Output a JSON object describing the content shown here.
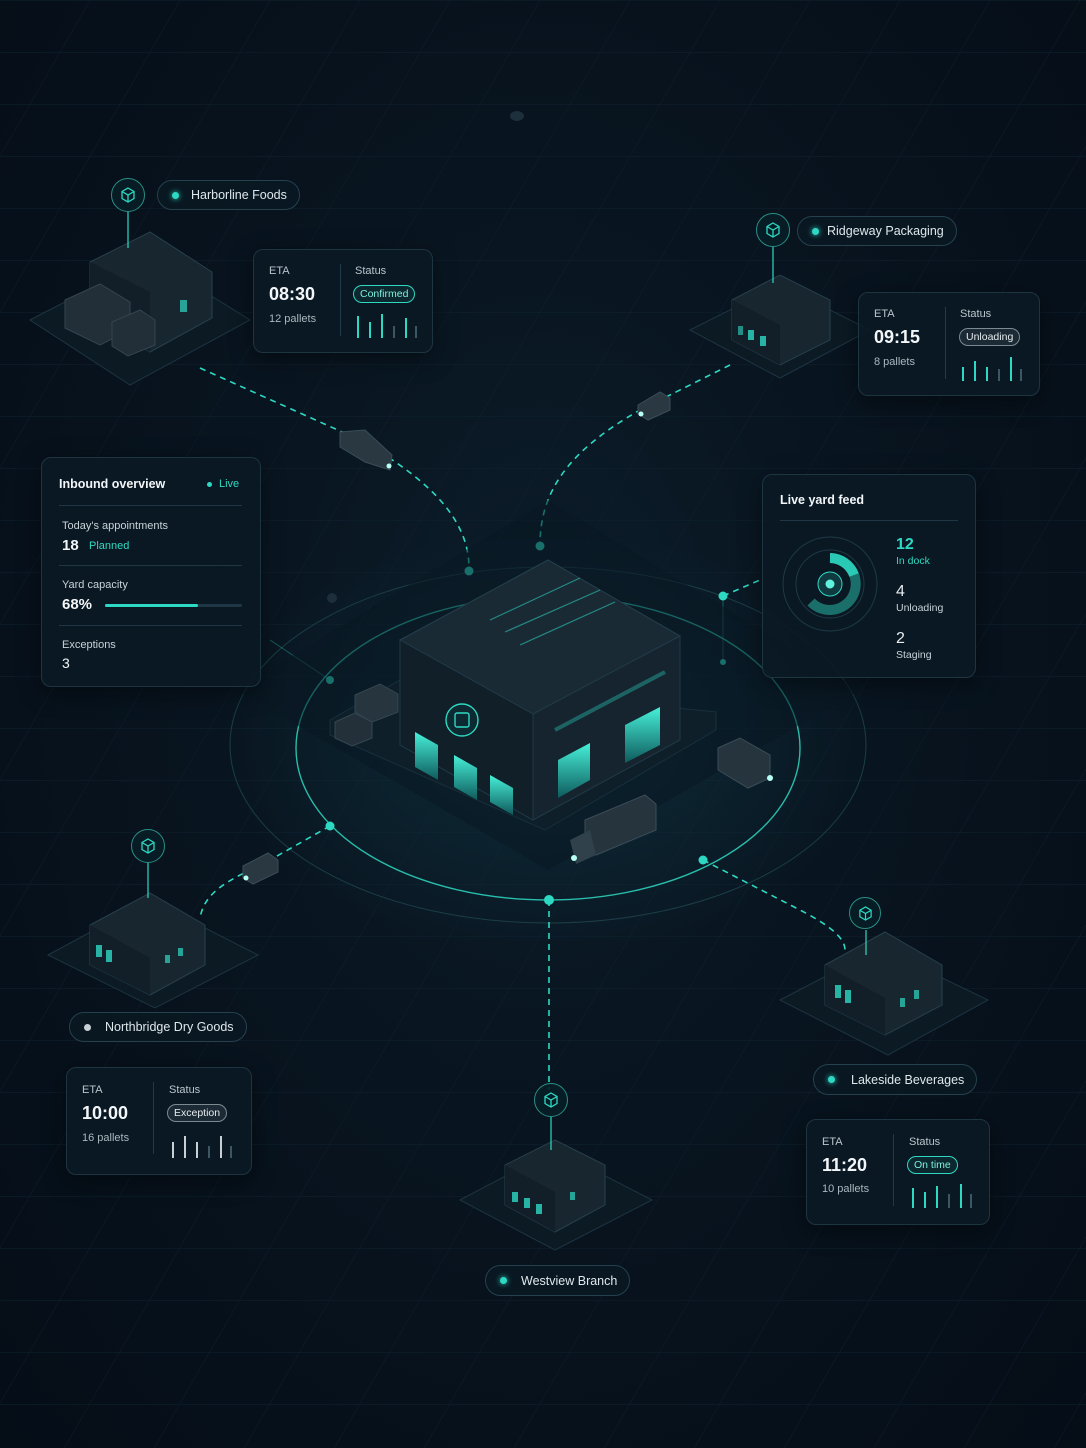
{
  "overview": {
    "title": "Inbound overview",
    "live": "Live",
    "appointments_label": "Today's appointments",
    "appointments_value": "18",
    "appointments_status": "Planned",
    "capacity_label": "Yard capacity",
    "capacity_value": "68%",
    "capacity_fraction": 0.68,
    "exceptions_label": "Exceptions",
    "exceptions_value": "3"
  },
  "yard_feed": {
    "title": "Live yard feed",
    "stats": [
      {
        "value": "12",
        "label": "In dock"
      },
      {
        "value": "4",
        "label": "Unloading"
      },
      {
        "value": "2",
        "label": "Staging"
      }
    ]
  },
  "suppliers": [
    {
      "name": "Harborline Foods",
      "eta_label": "ETA",
      "eta": "08:30",
      "pallets": "12 pallets",
      "status_label": "Status",
      "status": "Confirmed"
    },
    {
      "name": "Ridgeway Packaging",
      "eta_label": "ETA",
      "eta": "09:15",
      "pallets": "8 pallets",
      "status_label": "Status",
      "status": "Unloading"
    },
    {
      "name": "Northbridge Dry Goods",
      "eta_label": "ETA",
      "eta": "10:00",
      "pallets": "16 pallets",
      "status_label": "Status",
      "status": "Exception"
    },
    {
      "name": "Lakeside Beverages",
      "eta_label": "ETA",
      "eta": "11:20",
      "pallets": "10 pallets",
      "status_label": "Status",
      "status": "On time"
    },
    {
      "name": "Westview Branch"
    }
  ],
  "colors": {
    "accent": "#2ed9c3",
    "background": "#07111b",
    "panel": "#0b1924",
    "neutral": "#c7d0d4"
  }
}
